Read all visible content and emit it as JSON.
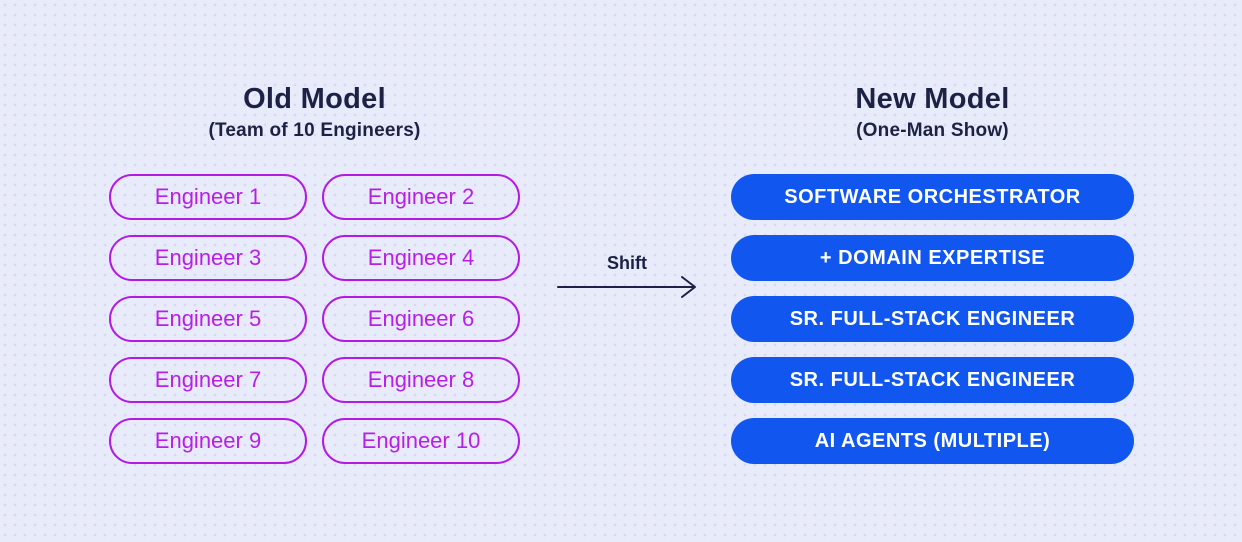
{
  "diagram": {
    "old_model": {
      "title": "Old Model",
      "subtitle": "(Team of 10 Engineers)",
      "engineers": [
        "Engineer 1",
        "Engineer 2",
        "Engineer 3",
        "Engineer 4",
        "Engineer 5",
        "Engineer 6",
        "Engineer 7",
        "Engineer 8",
        "Engineer 9",
        "Engineer 10"
      ]
    },
    "shift": {
      "label": "Shift"
    },
    "new_model": {
      "title": "New Model",
      "subtitle": "(One-Man Show)",
      "roles": [
        "SOFTWARE ORCHESTRATOR",
        "+ DOMAIN EXPERTISE",
        "SR. FULL-STACK ENGINEER",
        "SR. FULL-STACK ENGINEER",
        "AI AGENTS (MULTIPLE)"
      ]
    },
    "colors": {
      "background": "#e7ebfa",
      "dot_pattern": "#dcd6f1",
      "navy": "#1d2144",
      "magenta_outline": "#b31ae2",
      "magenta_text": "#b81fe6",
      "blue_fill": "#1157ef",
      "white_text": "#ffffff"
    }
  }
}
